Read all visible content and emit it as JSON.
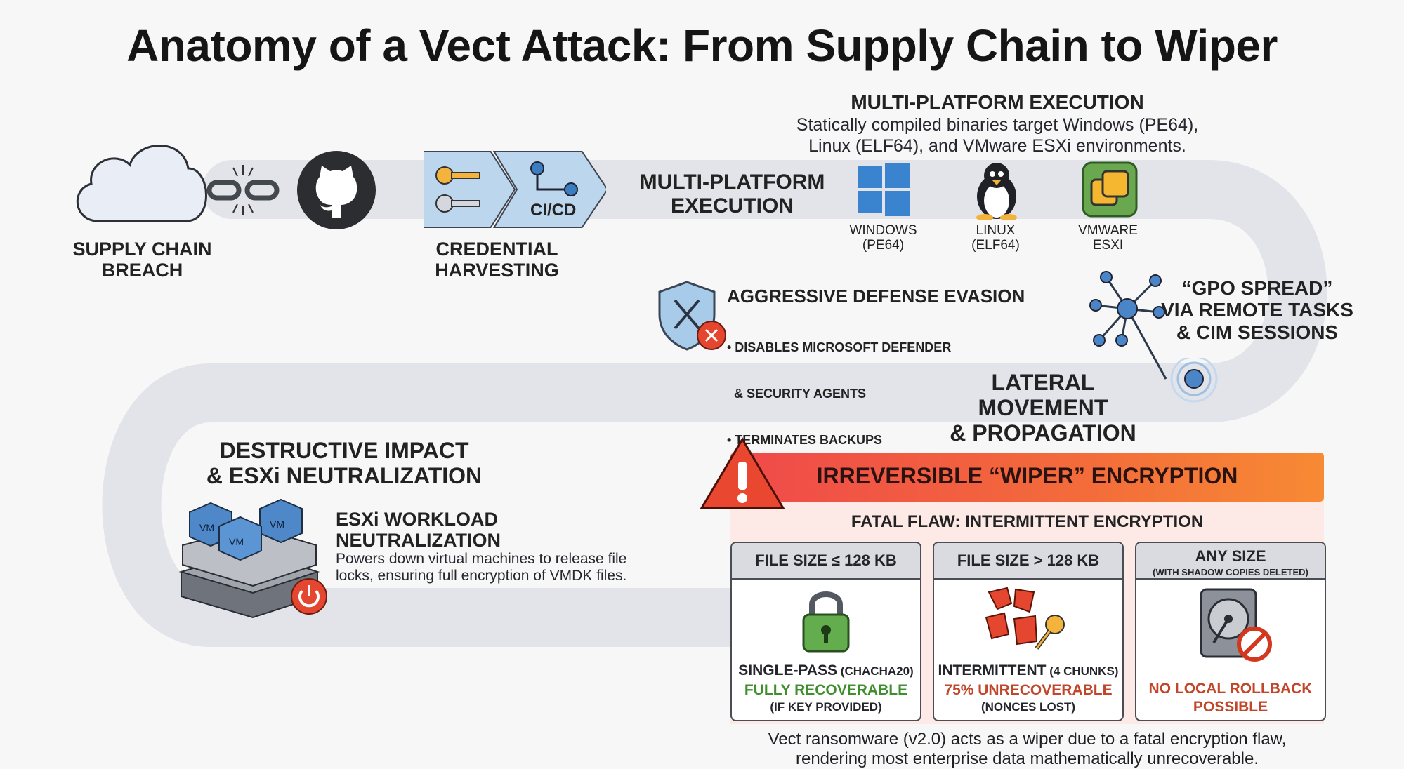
{
  "title": "Anatomy of a Vect Attack: From Supply Chain to Wiper",
  "stages": {
    "supply_chain": {
      "line1": "SUPPLY CHAIN",
      "line2": "BREACH"
    },
    "credential": {
      "line1": "CREDENTIAL",
      "line2": "HARVESTING",
      "ci_label": "CI/CD"
    },
    "execution": {
      "label_line1": "MULTI-PLATFORM",
      "label_line2": "EXECUTION",
      "header": "MULTI-PLATFORM EXECUTION",
      "desc_line1": "Statically compiled binaries target Windows (PE64),",
      "desc_line2": "Linux (ELF64), and VMware ESXi environments.",
      "platforms": [
        {
          "line1": "WINDOWS",
          "line2": "(PE64)",
          "icon": "windows-icon"
        },
        {
          "line1": "LINUX",
          "line2": "(ELF64)",
          "icon": "linux-tux-icon"
        },
        {
          "line1": "VMWARE",
          "line2": "ESXI",
          "icon": "vmware-icon"
        }
      ]
    },
    "defense": {
      "title": "AGGRESSIVE DEFENSE EVASION",
      "bullets": [
        "• DISABLES MICROSOFT DEFENDER",
        "  & SECURITY AGENTS",
        "• TERMINATES BACKUPS"
      ]
    },
    "gpo": {
      "line1": "“GPO SPREAD”",
      "line2": "VIA REMOTE TASKS",
      "line3": "& CIM SESSIONS"
    },
    "lateral": {
      "line1": "LATERAL MOVEMENT",
      "line2": "& PROPAGATION"
    },
    "destructive": {
      "line1": "DESTRUCTIVE IMPACT",
      "line2": "& ESXi NEUTRALIZATION",
      "sub_line1": "ESXi WORKLOAD",
      "sub_line2": "NEUTRALIZATION",
      "desc_line1": "Powers down virtual machines to release file",
      "desc_line2": "locks, ensuring full encryption of VMDK files.",
      "vm_label": "VM"
    }
  },
  "wiper": {
    "banner": "IRREVERSIBLE “WIPER” ENCRYPTION",
    "flaw": "FATAL FLAW: INTERMITTENT ENCRYPTION",
    "cards": [
      {
        "head": "FILE SIZE ≤ 128 KB",
        "sub": "",
        "line1_bold": "SINGLE-PASS",
        "line1_small": " (CHACHA20)",
        "line2": "FULLY RECOVERABLE",
        "line3": "(IF KEY PROVIDED)"
      },
      {
        "head": "FILE SIZE > 128 KB",
        "sub": "",
        "line1_bold": "INTERMITTENT",
        "line1_small": " (4 CHUNKS)",
        "line2": "75% UNRECOVERABLE",
        "line3": "(NONCES LOST)"
      },
      {
        "head": "ANY SIZE",
        "sub": "(WITH SHADOW COPIES DELETED)",
        "line1_bold": "",
        "line1_small": "",
        "line2": "NO LOCAL ROLLBACK",
        "line3": "POSSIBLE"
      }
    ]
  },
  "footer": {
    "line1": "Vect ransomware (v2.0) acts as a wiper due to a fatal encryption flaw,",
    "line2": "rendering most enterprise data mathematically unrecoverable."
  },
  "colors": {
    "path": "#e2e4ea",
    "accent_blue": "#4a86c7",
    "alert_red": "#e4462f",
    "green": "#3f8f2f"
  }
}
